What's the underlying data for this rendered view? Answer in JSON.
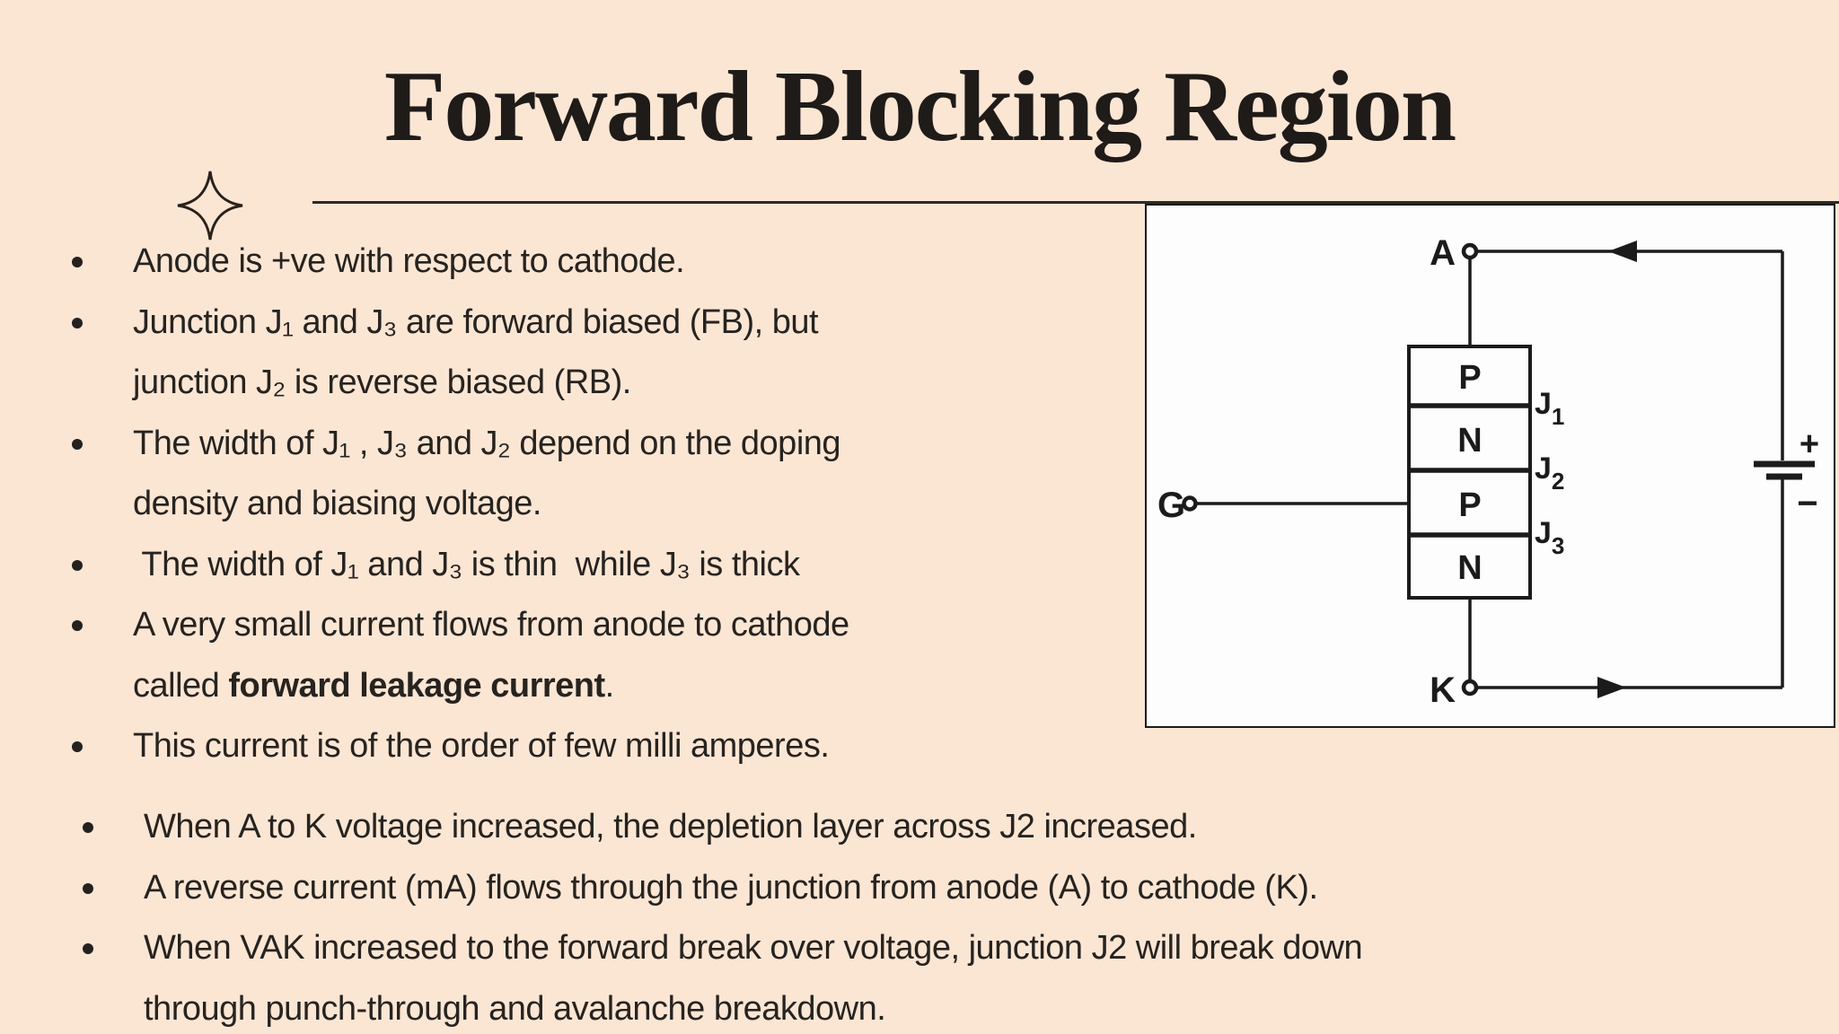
{
  "title": "Forward Blocking Region",
  "bullets_primary": [
    {
      "lines": [
        "Anode is +ve with respect to cathode."
      ]
    },
    {
      "lines": [
        "Junction J₁ and J₃ are forward biased (FB), but",
        "junction J₂ is reverse biased (RB)."
      ]
    },
    {
      "lines": [
        "The width of J₁ , J₃ and J₂ depend on the doping",
        "density and biasing voltage."
      ]
    },
    {
      "lines": [
        " The width of J₁ and J₃ is thin  while J₃ is thick"
      ]
    },
    {
      "lines": [
        "A very small current flows from anode to cathode"
      ],
      "line2": {
        "pre": "called ",
        "bold": "forward leakage current",
        "post": "."
      }
    },
    {
      "lines": [
        "This current is of the order of few milli amperes."
      ]
    }
  ],
  "bullets_secondary": [
    {
      "lines": [
        "When A to K voltage increased, the depletion layer across J2 increased."
      ]
    },
    {
      "lines": [
        "A reverse current (mA) flows through the junction from anode (A) to cathode (K)."
      ]
    },
    {
      "lines": [
        "When VAK increased to the forward break over voltage, junction J2 will break down",
        "through punch-through and avalanche breakdown."
      ]
    }
  ],
  "diagram": {
    "anode_label": "A",
    "gate_label": "G",
    "cathode_label": "K",
    "layers": [
      "P",
      "N",
      "P",
      "N"
    ],
    "junction_labels": [
      {
        "base": "J",
        "sub": "1"
      },
      {
        "base": "J",
        "sub": "2"
      },
      {
        "base": "J",
        "sub": "3"
      }
    ],
    "battery_plus": "+",
    "battery_minus": "−"
  },
  "icons": {
    "sparkle": "four-point-star-outline"
  },
  "colors": {
    "background": "#fbe6d4",
    "text": "#27231f",
    "title": "#1f1b19",
    "diagram_ink": "#1b1b1b",
    "panel_background": "#fdfdfd"
  }
}
